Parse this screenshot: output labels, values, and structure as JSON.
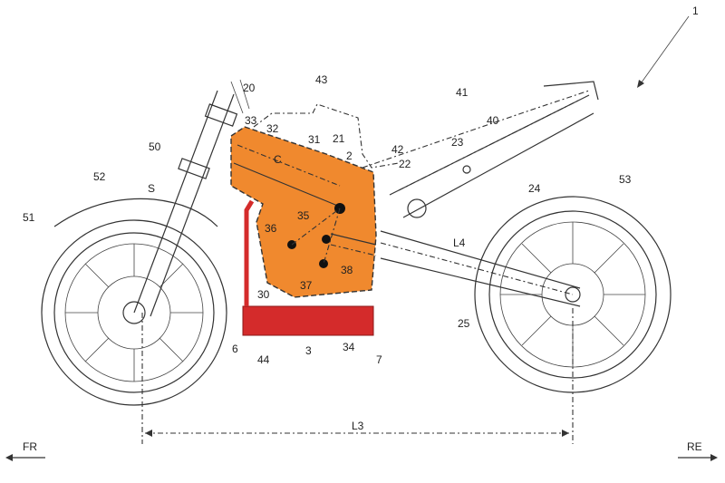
{
  "figure": {
    "labels": {
      "n1": "1",
      "n20": "20",
      "n43": "43",
      "n41": "41",
      "n40": "40",
      "n33": "33",
      "n32": "32",
      "n31": "31",
      "n21": "21",
      "n2": "2",
      "n42": "42",
      "n23": "23",
      "n22": "22",
      "n50": "50",
      "C": "C",
      "n52": "52",
      "S": "S",
      "n24": "24",
      "n53": "53",
      "n51": "51",
      "n35": "35",
      "n36": "36",
      "n38": "38",
      "n37": "37",
      "n30": "30",
      "L4": "L4",
      "n25": "25",
      "n6": "6",
      "n44": "44",
      "n3": "3",
      "n34": "34",
      "n7": "7",
      "L3": "L3",
      "FR": "FR",
      "RE": "RE"
    },
    "colors": {
      "engine": "#f0892e",
      "exhaust": "#d42b2b",
      "line": "#333333"
    }
  }
}
